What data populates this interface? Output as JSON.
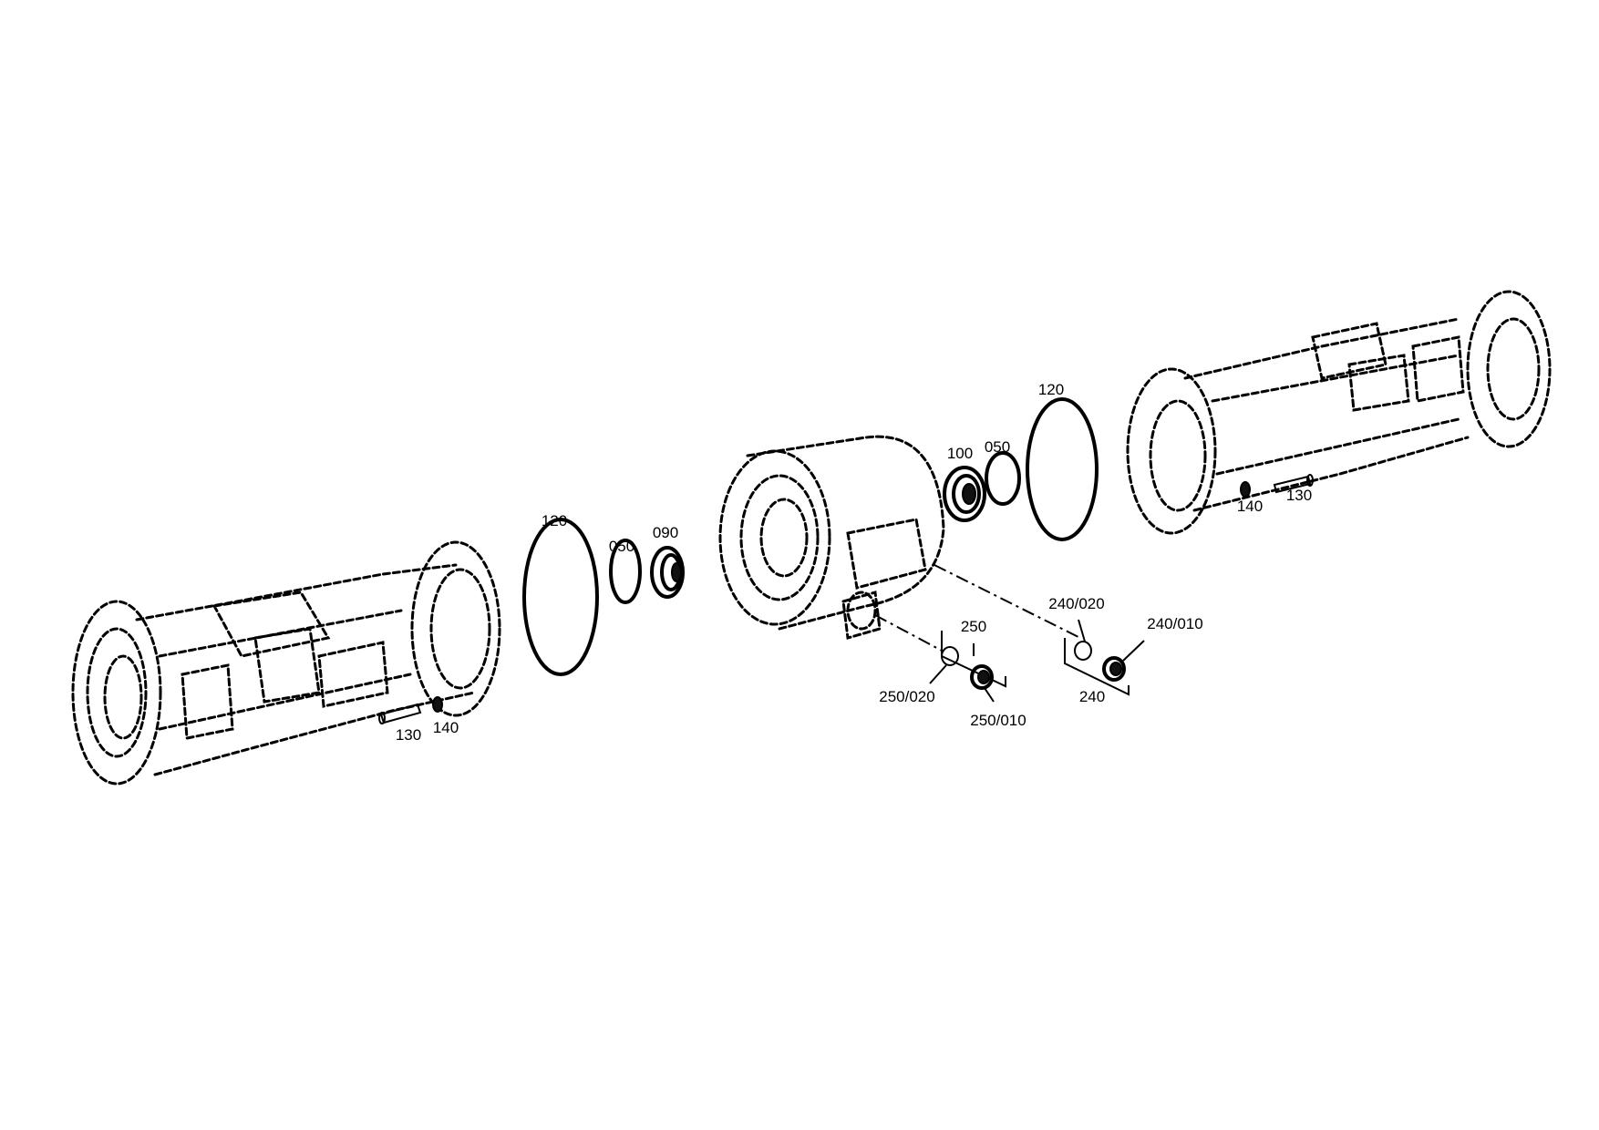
{
  "callouts": {
    "left_120": "120",
    "left_050": "050",
    "left_090": "090",
    "left_130": "130",
    "left_140": "140",
    "right_120": "120",
    "right_100": "100",
    "right_050": "050",
    "right_140": "140",
    "right_130": "130",
    "kit_250": "250",
    "kit_250_020": "250/020",
    "kit_250_010": "250/010",
    "kit_240": "240",
    "kit_240_020": "240/020",
    "kit_240_010": "240/010"
  }
}
